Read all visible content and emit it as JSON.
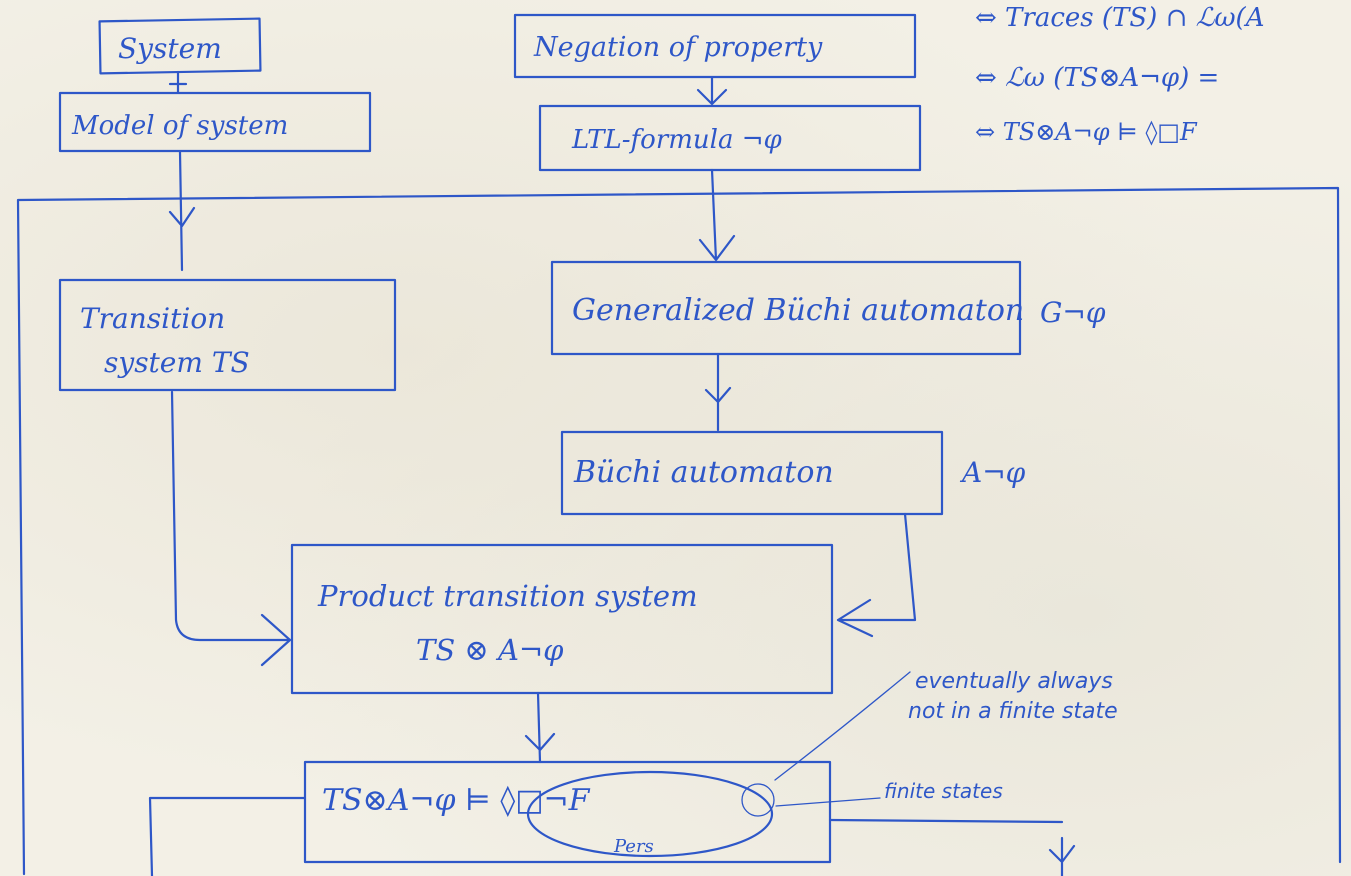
{
  "boxes": {
    "system": "System",
    "model": "Model of system",
    "negation": "Negation of property",
    "ltl": "LTL-formula ¬φ",
    "ts": [
      "Transition",
      "system TS"
    ],
    "gba": "Generalized Büchi automaton",
    "ba": "Büchi automaton",
    "product": [
      "Product transition system",
      "TS ⊗ A¬φ"
    ],
    "check": "TS⊗A¬φ ⊨ ◊□¬F"
  },
  "side_labels": {
    "gba": "G¬φ",
    "ba": "A¬φ",
    "pers": "Pers"
  },
  "top_right": [
    "⇔  Traces (TS) ∩ ℒω(A",
    "⇔  ℒω (TS⊗A¬φ) =",
    "⇔  TS⊗A¬φ ⊨ ◊□F"
  ],
  "annotations": {
    "eventually": [
      "eventually always",
      "not in a finite state"
    ],
    "finite": "finite states"
  }
}
